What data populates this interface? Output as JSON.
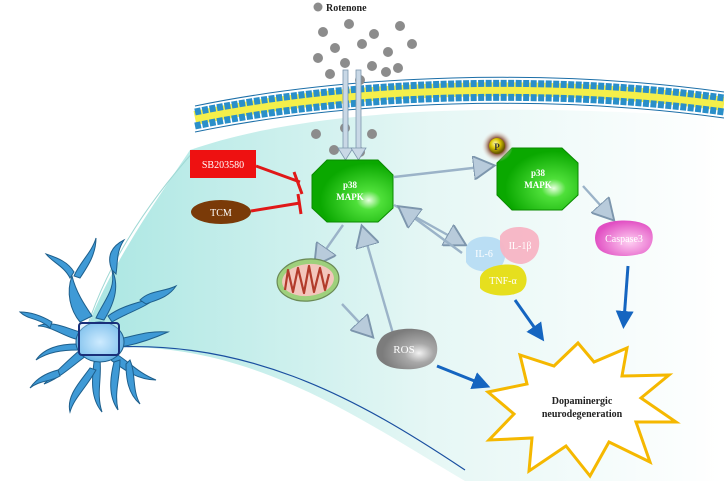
{
  "labels": {
    "rotenone": "Rotenone",
    "sb203580": "SB203580",
    "tcm": "TCM",
    "p38_line1": "p38",
    "p38_line2": "MAPK",
    "p38p_line1": "p38",
    "p38p_line2": "MAPK",
    "phospho": "P",
    "ros": "ROS",
    "il6": "IL-6",
    "il1b": "IL-1β",
    "tnf": "TNF-α",
    "caspase3": "Caspase3",
    "outcome_line1": "Dopaminergic",
    "outcome_line2": "neurodegeneration"
  },
  "colors": {
    "p38": "#19c40c",
    "sb203580": "#ee1111",
    "tcm": "#7a3a08",
    "caspase3": "#e84fc8",
    "ros": "#9a9a9a",
    "burst_stroke": "#f5b800",
    "inhibition": "#e01818",
    "blue_arrow": "#1565c0",
    "membrane_head": "#2a8fc9",
    "membrane_tail": "#f4ef4a"
  }
}
